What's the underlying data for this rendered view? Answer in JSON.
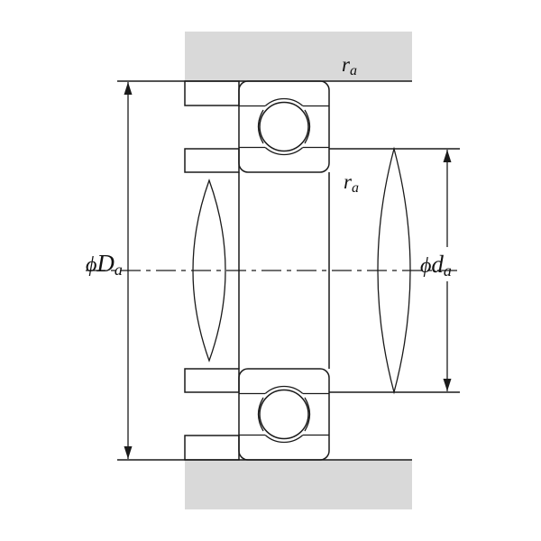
{
  "labels": {
    "housing_shoulder_diameter": {
      "phi": "ϕ",
      "letter": "D",
      "subscript": "a"
    },
    "shaft_shoulder_diameter": {
      "phi": "ϕ",
      "letter": "d",
      "subscript": "a"
    },
    "fillet_radius_housing": {
      "letter": "r",
      "subscript": "a"
    },
    "fillet_radius_shaft": {
      "letter": "r",
      "subscript": "a"
    }
  },
  "colors": {
    "housing_fill": "#d9d9d9",
    "shoulder_fill": "#8fa6b1",
    "bearing_fill": "#ffffff",
    "line": "#1a1a1a",
    "background": "#ffffff"
  }
}
